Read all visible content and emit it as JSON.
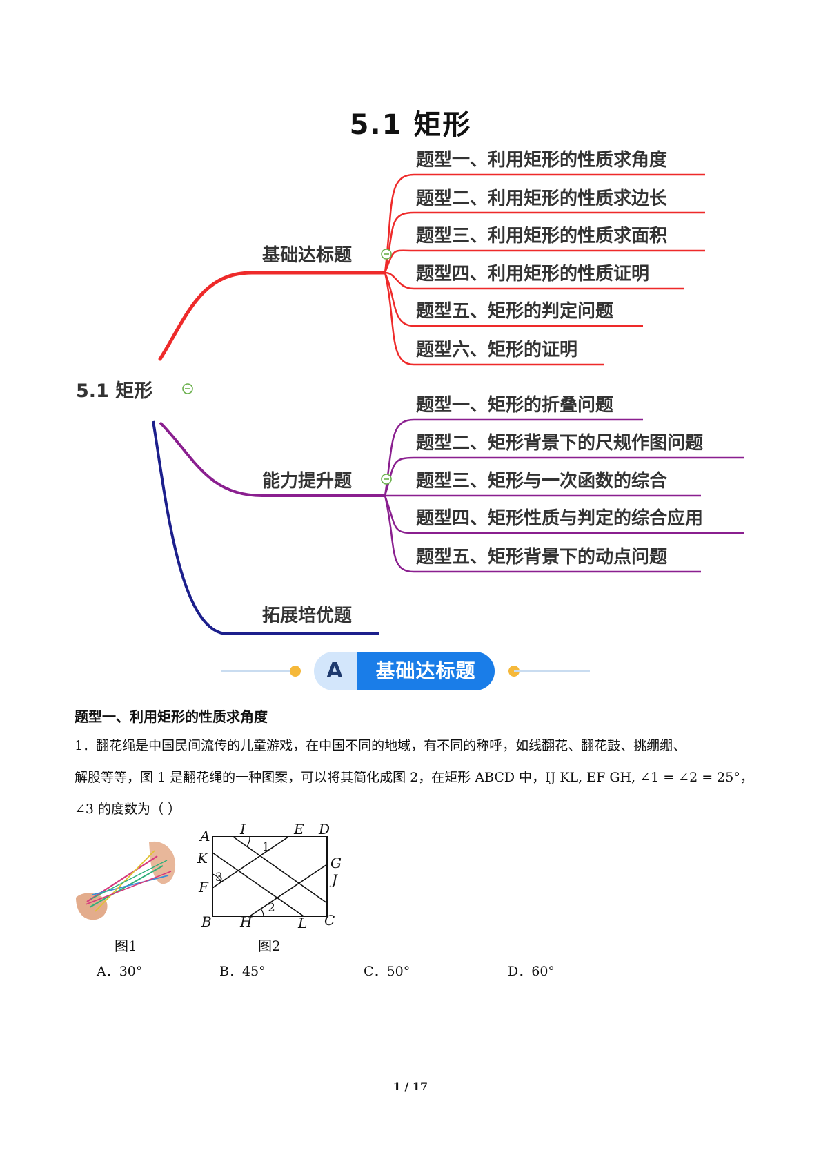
{
  "title": "5.1  矩形",
  "mindmap": {
    "root": "5.1 矩形",
    "collapse_symbol": "⊖",
    "branches": [
      {
        "label": "基础达标题",
        "color": "#ee2a2a",
        "items": [
          "题型一、利用矩形的性质求角度",
          "题型二、利用矩形的性质求边长",
          "题型三、利用矩形的性质求面积",
          "题型四、利用矩形的性质证明",
          "题型五、矩形的判定问题",
          "题型六、矩形的证明"
        ]
      },
      {
        "label": "能力提升题",
        "color": "#8a1f8f",
        "items": [
          "题型一、矩形的折叠问题",
          "题型二、矩形背景下的尺规作图问题",
          "题型三、矩形与一次函数的综合",
          "题型四、矩形性质与判定的综合应用",
          "题型五、矩形背景下的动点问题"
        ]
      },
      {
        "label": "拓展培优题",
        "color": "#1c1f8c",
        "items": []
      }
    ]
  },
  "banner": {
    "letter": "A",
    "label": "基础达标题"
  },
  "section_heading": "题型一、利用矩形的性质求角度",
  "question": {
    "line1": "1．翻花绳是中国民间流传的儿童游戏，在中国不同的地域，有不同的称呼，如线翻花、翻花鼓、挑绷绷、",
    "line2": "解股等等，图 1 是翻花绳的一种图案，可以将其简化成图 2，在矩形 ABCD 中，IJ   KL, EF   GH, ∠1 = ∠2 = 25°，",
    "line3": "∠3 的度数为（    ）"
  },
  "figure1": {
    "caption": "图1"
  },
  "figure2": {
    "caption": "图2",
    "labels": {
      "A": "A",
      "I": "I",
      "E": "E",
      "D": "D",
      "K": "K",
      "G": "G",
      "J": "J",
      "F": "F",
      "B": "B",
      "H": "H",
      "L": "L",
      "C": "C",
      "a1": "1",
      "a2": "2",
      "a3": "3"
    }
  },
  "options": [
    "A．30°",
    "B．45°",
    "C．50°",
    "D．60°"
  ],
  "page_number": "1 / 17",
  "colors": {
    "banner_blue": "#1a7de8",
    "banner_light": "#d3e6fb",
    "banner_dot": "#f5b83a",
    "collapse_green": "#6ab04c"
  }
}
